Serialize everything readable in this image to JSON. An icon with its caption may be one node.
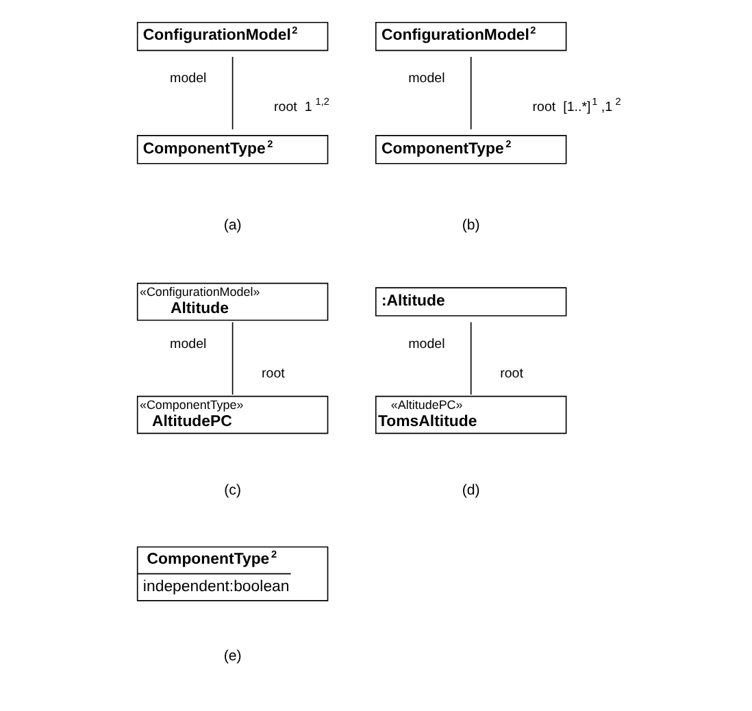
{
  "diagram": {
    "nodes": [
      {
        "text": [
          "ConfigurationModel$^{2}$"
        ],
        "beside": [
          "model"
        ]
      },
      {
        "text": [
          "ComponentType$^{2}$"
        ],
        "beside": [
          "root",
          "1$^{1,2}$"
        ]
      },
      {
        "text": [
          "ConfigurationModel$^{2}$"
        ],
        "beside": [
          "model"
        ]
      },
      {
        "text": [
          "ComponentType$^{2}$"
        ],
        "beside": [
          "root",
          "[1..*]$^{1}$,1$^{2}$"
        ]
      },
      {
        "text": [
          "«ConfigurationModel»",
          "Altitude"
        ],
        "beside": [
          "model"
        ]
      },
      {
        "text": [
          "«ComponentType»",
          "AltitudePC"
        ],
        "beside": [
          "root"
        ]
      },
      {
        "text": [
          ":Altitude"
        ],
        "beside": [
          "model"
        ]
      },
      {
        "text": [
          "«AltitudePC»",
          "TomsAltitude"
        ],
        "beside": [
          "root"
        ]
      },
      {
        "text": [
          "ComponentType$^{2}$",
          "independent:boolean"
        ]
      }
    ],
    "edges": [
      {
        "from": 0,
        "to": 1,
        "arrow": "none"
      },
      {
        "from": 2,
        "to": 3,
        "arrow": "none"
      },
      {
        "from": 4,
        "to": 5,
        "arrow": "none"
      },
      {
        "from": 6,
        "to": 7,
        "arrow": "none"
      }
    ],
    "labels": [
      "(a)",
      "(b)",
      "(c)",
      "(d)",
      "(e)"
    ]
  }
}
